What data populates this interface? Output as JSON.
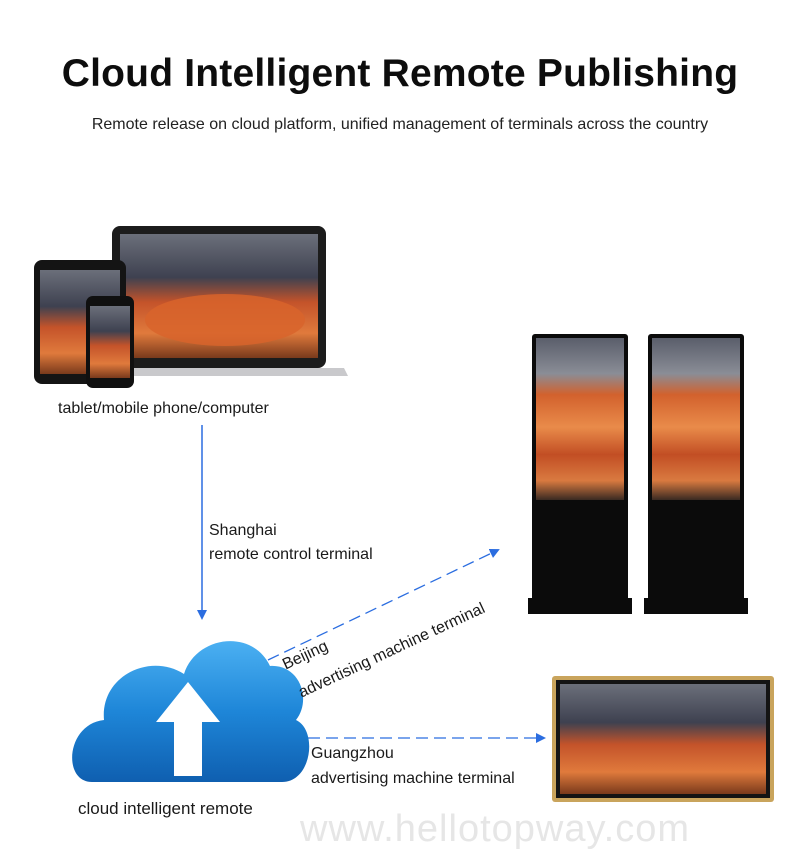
{
  "title": "Cloud Intelligent Remote Publishing",
  "subtitle": "Remote release on cloud platform, unified management of terminals across the country",
  "devices": {
    "label": "tablet/mobile phone/computer",
    "icons": [
      "tablet-icon",
      "phone-icon",
      "laptop-icon"
    ]
  },
  "shanghai": {
    "city": "Shanghai",
    "role": "remote control terminal"
  },
  "beijing": {
    "city": "Beijing",
    "role": "advertising machine terminal"
  },
  "guangzhou": {
    "city": "Guangzhou",
    "role": "advertising machine terminal"
  },
  "cloud": {
    "label": "cloud intelligent remote",
    "icon": "cloud-upload-icon"
  },
  "watermark": "www.hellotopway.com",
  "colors": {
    "arrow": "#2b6de0",
    "cloud": "#1e86d8",
    "screen_frame": "#c9a45c"
  }
}
